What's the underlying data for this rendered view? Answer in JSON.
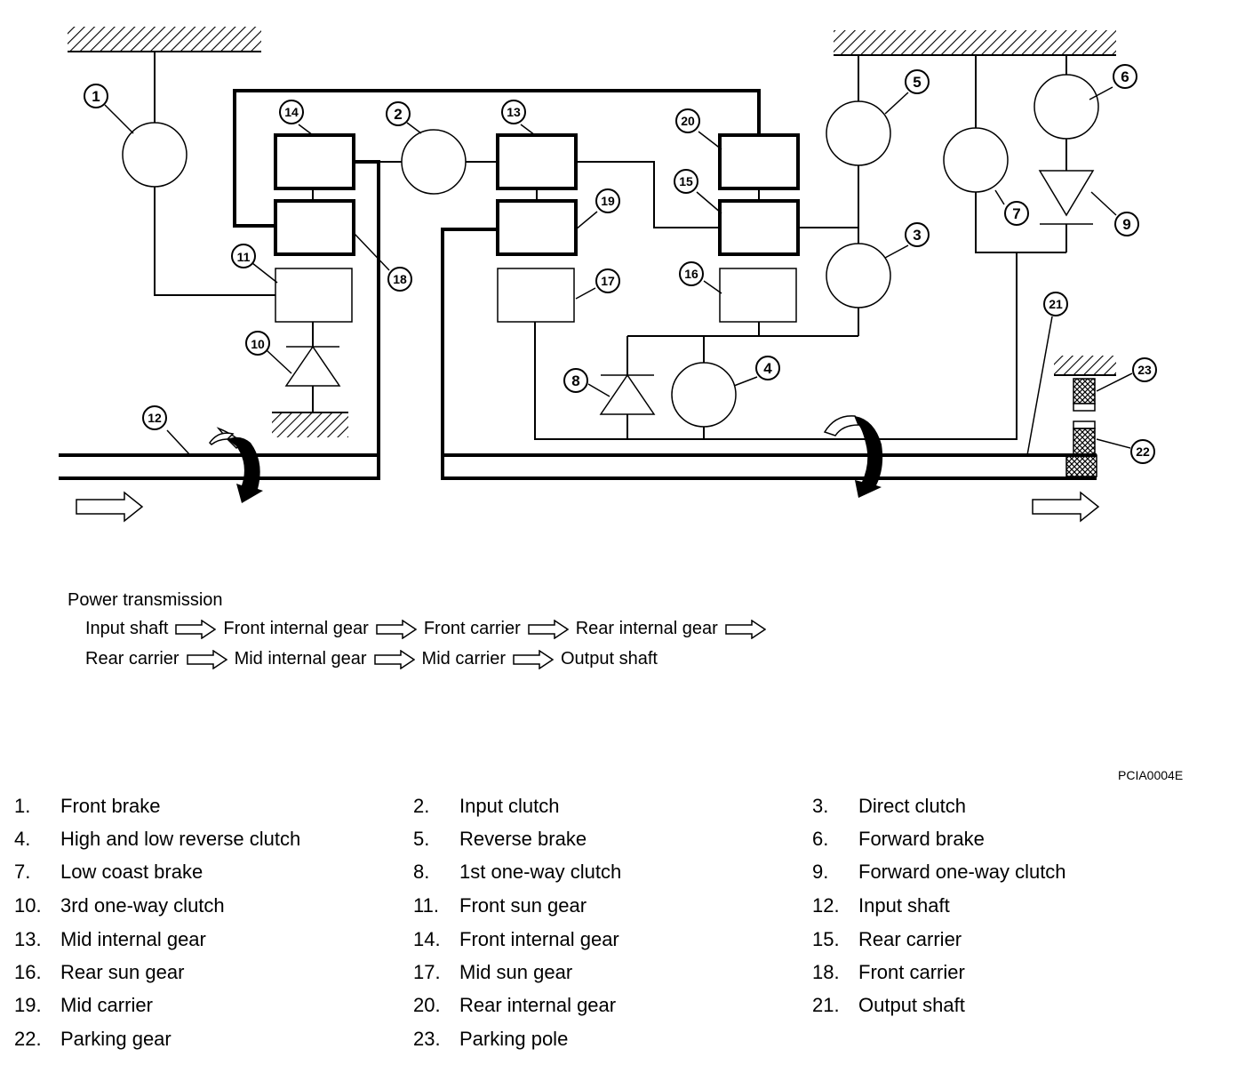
{
  "diagram": {
    "nodes": [
      "1",
      "2",
      "3",
      "4",
      "5",
      "6",
      "7",
      "8",
      "9",
      "10",
      "11",
      "12",
      "13",
      "14",
      "15",
      "16",
      "17",
      "18",
      "19",
      "20",
      "21",
      "22",
      "23"
    ]
  },
  "power_transmission": {
    "title": "Power transmission",
    "row1": [
      "Input shaft",
      "Front internal gear",
      "Front carrier",
      "Rear internal gear"
    ],
    "row2": [
      "Rear carrier",
      "Mid internal gear",
      "Mid carrier",
      "Output shaft"
    ]
  },
  "figure_code": "PCIA0004E",
  "legend": [
    {
      "num": "1.",
      "label": "Front brake"
    },
    {
      "num": "2.",
      "label": "Input clutch"
    },
    {
      "num": "3.",
      "label": "Direct clutch"
    },
    {
      "num": "4.",
      "label": "High and low reverse clutch"
    },
    {
      "num": "5.",
      "label": "Reverse brake"
    },
    {
      "num": "6.",
      "label": "Forward brake"
    },
    {
      "num": "7.",
      "label": "Low coast brake"
    },
    {
      "num": "8.",
      "label": "1st one-way clutch"
    },
    {
      "num": "9.",
      "label": "Forward one-way clutch"
    },
    {
      "num": "10.",
      "label": "3rd one-way clutch"
    },
    {
      "num": "11.",
      "label": "Front sun gear"
    },
    {
      "num": "12.",
      "label": "Input shaft"
    },
    {
      "num": "13.",
      "label": "Mid internal gear"
    },
    {
      "num": "14.",
      "label": "Front internal gear"
    },
    {
      "num": "15.",
      "label": "Rear carrier"
    },
    {
      "num": "16.",
      "label": "Rear sun gear"
    },
    {
      "num": "17.",
      "label": "Mid sun gear"
    },
    {
      "num": "18.",
      "label": "Front carrier"
    },
    {
      "num": "19.",
      "label": "Mid carrier"
    },
    {
      "num": "20.",
      "label": "Rear internal gear"
    },
    {
      "num": "21.",
      "label": "Output shaft"
    },
    {
      "num": "22.",
      "label": "Parking gear"
    },
    {
      "num": "23.",
      "label": "Parking pole"
    }
  ]
}
